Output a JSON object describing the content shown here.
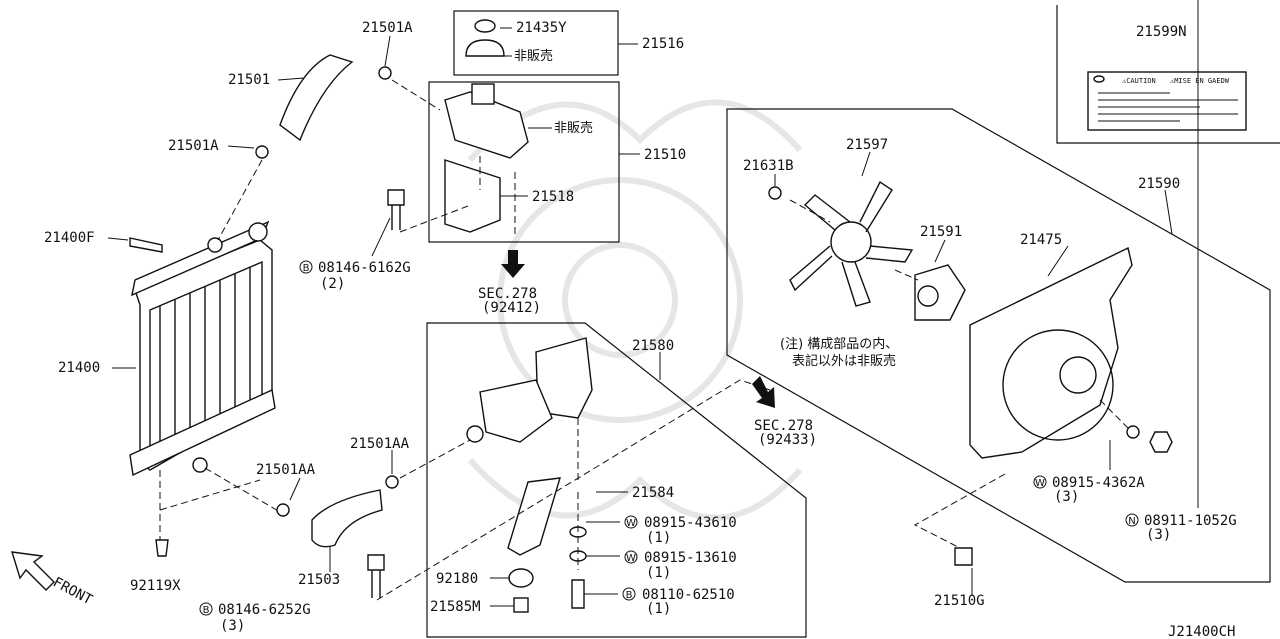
{
  "diagram": {
    "parts": {
      "p21501A_top": "21501A",
      "p21501": "21501",
      "p21501A": "21501A",
      "p21400F": "21400F",
      "p21400": "21400",
      "p92119X": "92119X",
      "p21501AA_a": "21501AA",
      "p21501AA_b": "21501AA",
      "p21503": "21503",
      "p08146_6252G": "08146-6252G",
      "p08146_6252G_qty": "(3)",
      "p21435Y": "21435Y",
      "p_nonsale_1": "非販売",
      "p21516": "21516",
      "p_nonsale_2": "非販売",
      "p21510": "21510",
      "p21518": "21518",
      "p08146_6162G": "08146-6162G",
      "p08146_6162G_qty": "(2)",
      "sec278a": "SEC.278",
      "sec278a_num": "(92412)",
      "p21580": "21580",
      "sec278b": "SEC.278",
      "sec278b_num": "(92433)",
      "p21584": "21584",
      "p08915_43610": "08915-43610",
      "p08915_43610_qty": "(1)",
      "p08915_13610": "08915-13610",
      "p08915_13610_qty": "(1)",
      "p92180": "92180",
      "p21585M": "21585M",
      "p08110_62510": "08110-62510",
      "p08110_62510_qty": "(1)",
      "p21599N": "21599N",
      "p21631B": "21631B",
      "p21597": "21597",
      "p21591": "21591",
      "p21475": "21475",
      "p21590": "21590",
      "note_line1": "(注) 構成部品の内、",
      "note_line2": "表記以外は非販売",
      "p08915_4362A": "08915-4362A",
      "p08915_4362A_qty": "(3)",
      "p08911_1052G": "08911-1052G",
      "p08911_1052G_qty": "(3)",
      "p21510G": "21510G",
      "front": "FRONT",
      "diagram_id": "J21400CH"
    },
    "markers": {
      "B": "B",
      "W": "W",
      "N": "N"
    },
    "caution_label": {
      "left": "⚠CAUTION",
      "right": "⚠MISE EN GAEDW"
    }
  }
}
